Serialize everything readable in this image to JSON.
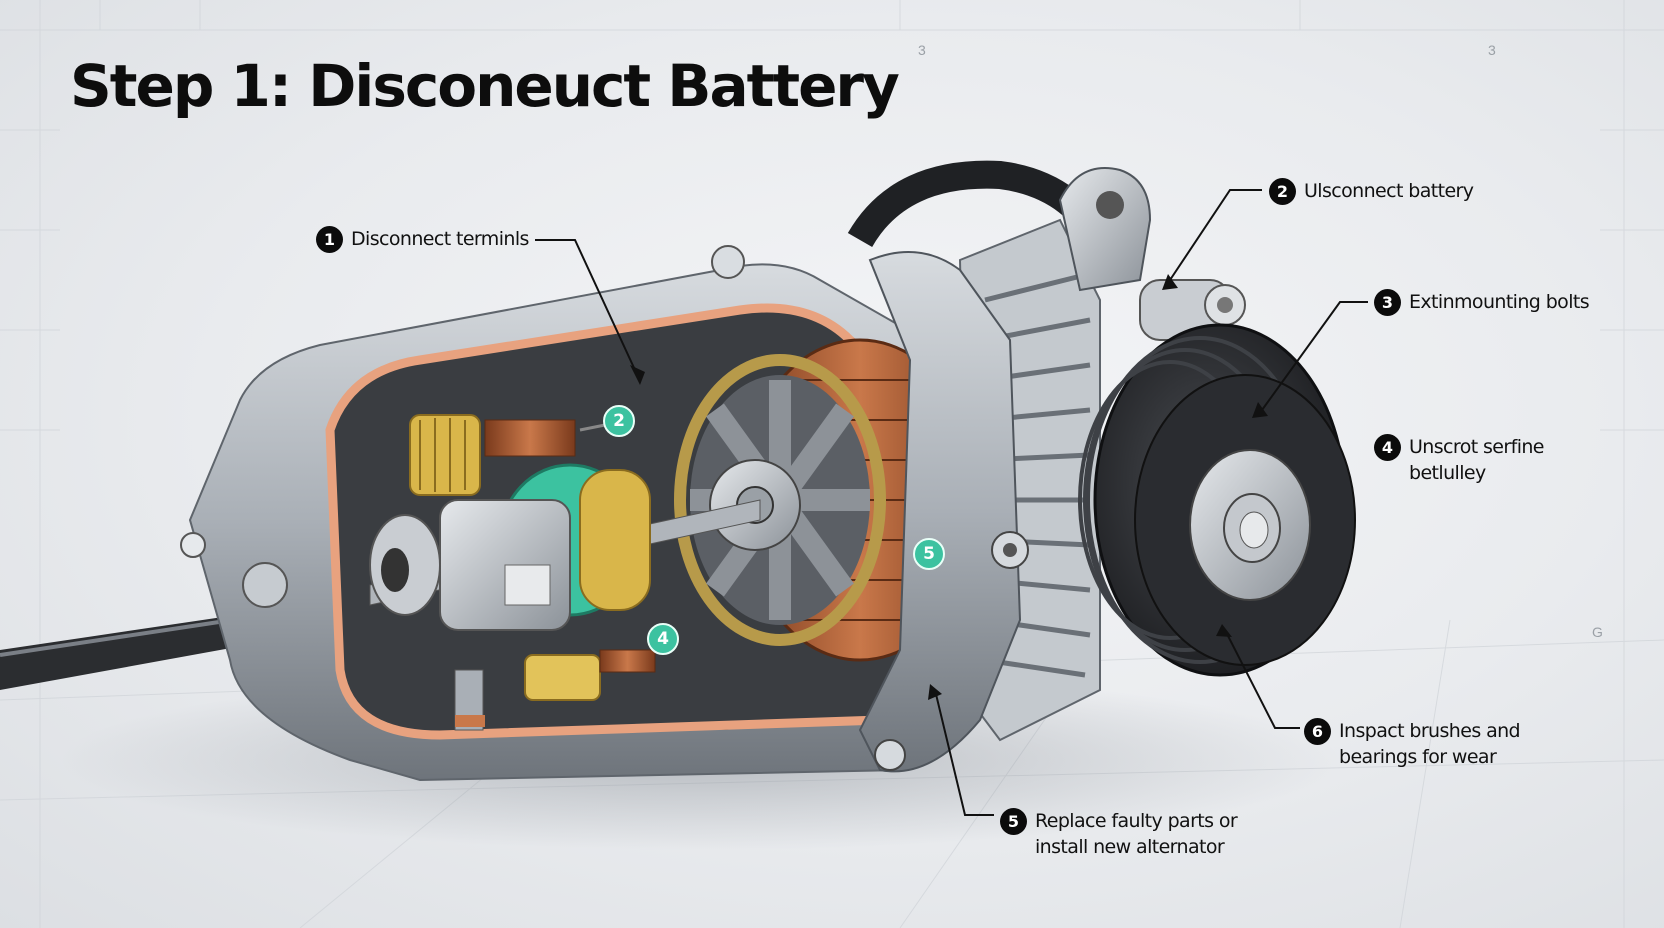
{
  "title": "Step 1: Disconeuct Battery",
  "callouts": [
    {
      "num": "1",
      "text": "Disconnect terminls"
    },
    {
      "num": "2",
      "text": "Ulsconnect battery"
    },
    {
      "num": "3",
      "text": "Extinmounting bolts"
    },
    {
      "num": "4",
      "text": "Unscrot serfine\nbetlulley"
    },
    {
      "num": "5",
      "text": "Replace faulty parts or\ninstall new alternator"
    },
    {
      "num": "6",
      "text": "Inspact brushes and\nbearings for wear"
    }
  ],
  "inner_markers": [
    "2",
    "4",
    "5"
  ],
  "grid_marks": [
    "3",
    "3",
    "G"
  ],
  "colors": {
    "badge": "#0b0b0b",
    "inner_marker": "#3cc2a0",
    "copper": "#b5663a",
    "housing": "#b9bec4",
    "brass": "#d9b64a"
  }
}
